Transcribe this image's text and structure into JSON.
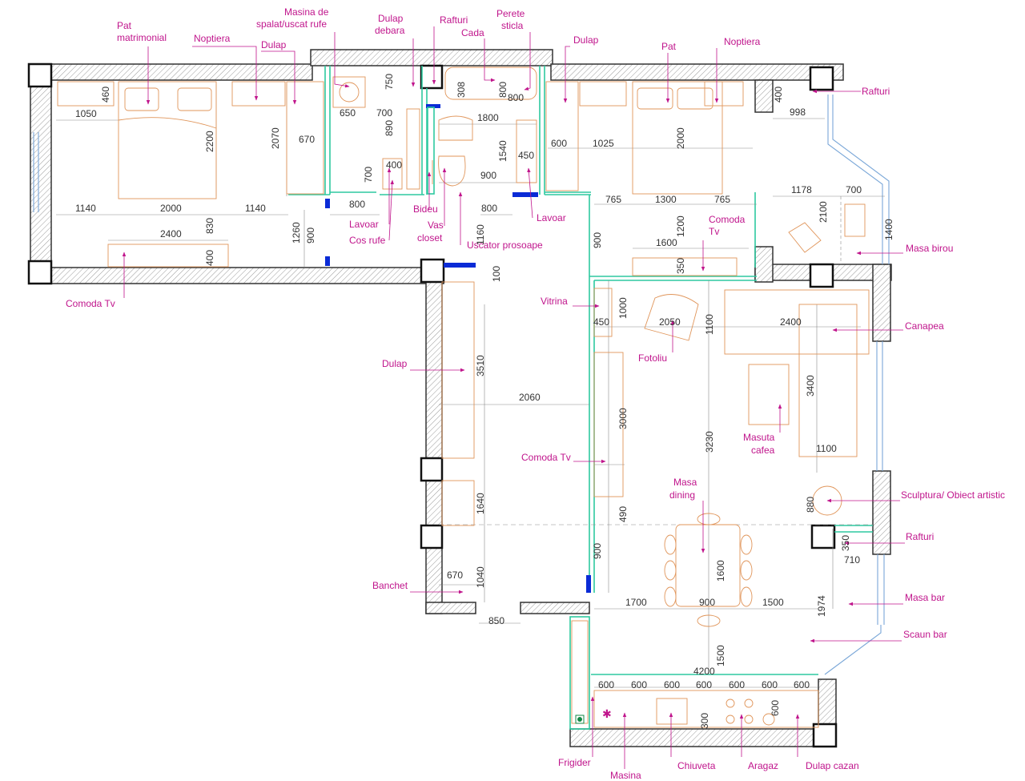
{
  "labels": {
    "pat_matrimonial": "Pat\nmatrimonial",
    "noptiera_left": "Noptiera",
    "dulap_left": "Dulap",
    "masina_spalat": "Masina de\nspalat/uscat rufe",
    "dulap_debara": "Dulap\ndebara",
    "rafturi_top": "Rafturi",
    "cada": "Cada",
    "perete_sticla": "Perete\nsticla",
    "dulap_right": "Dulap",
    "pat": "Pat",
    "noptiera_right": "Noptiera",
    "rafturi_right": "Rafturi",
    "lavoar_left": "Lavoar",
    "cos_rufe": "Cos rufe",
    "bideu": "Bideu",
    "vas_closet": "Vas\ncloset",
    "uscator_prosoape": "Uscator prosoape",
    "lavoar_right": "Lavoar",
    "comoda_tv_right": "Comoda\nTv",
    "masa_birou": "Masa birou",
    "comoda_tv_left": "Comoda Tv",
    "vitrina": "Vitrina",
    "canapea": "Canapea",
    "fotoliu": "Fotoliu",
    "dulap_hall": "Dulap",
    "masuta_cafea": "Masuta\ncafea",
    "comoda_tv_center": "Comoda Tv",
    "masa_dining": "Masa\ndining",
    "sculptura": "Sculptura/ Obiect artistic",
    "rafturi_living": "Rafturi",
    "banchet": "Banchet",
    "masa_bar": "Masa bar",
    "scaun_bar": "Scaun bar",
    "frigider": "Frigider",
    "masina_bottom": "Masina",
    "chiuveta": "Chiuveta",
    "aragaz": "Aragaz",
    "dulap_cazan": "Dulap cazan"
  },
  "dimensions": {
    "d460": "460",
    "d1050": "1050",
    "d2200": "2200",
    "d2070": "2070",
    "d670a": "670",
    "d1140a": "1140",
    "d2000a": "2000",
    "d1140b": "1140",
    "d2400a": "2400",
    "d830": "830",
    "d400a": "400",
    "d1260": "1260",
    "d900a": "900",
    "d750": "750",
    "d650": "650",
    "d700a": "700",
    "d890": "890",
    "d700b": "700",
    "d400b": "400",
    "d800a": "800",
    "d308": "308",
    "d800b": "800",
    "d800c": "800",
    "d1800": "1800",
    "d1540": "1540",
    "d450a": "450",
    "d900b": "900",
    "d800d": "800",
    "d1160": "1160",
    "d600a": "600",
    "d1025": "1025",
    "d2000b": "2000",
    "d400c": "400",
    "d998": "998",
    "d765a": "765",
    "d1300": "1300",
    "d765b": "765",
    "d1178": "1178",
    "d700c": "700",
    "d2100": "2100",
    "d1400": "1400",
    "d900c": "900",
    "d1600a": "1600",
    "d1200": "1200",
    "d350a": "350",
    "d100": "100",
    "d1000": "1000",
    "d450b": "450",
    "d2050": "2050",
    "d1100a": "1100",
    "d2400b": "2400",
    "d3510": "3510",
    "d2060": "2060",
    "d3400": "3400",
    "d3000": "3000",
    "d3230": "3230",
    "d1100b": "1100",
    "d880": "880",
    "d1640": "1640",
    "d490": "490",
    "d350b": "350",
    "d710": "710",
    "d900d": "900",
    "d670b": "670",
    "d1040": "1040",
    "d1600b": "1600",
    "d1700": "1700",
    "d900e": "900",
    "d1500a": "1500",
    "d1974": "1974",
    "d850": "850",
    "d1500b": "1500",
    "d4200": "4200",
    "k600_1": "600",
    "k600_2": "600",
    "k600_3": "600",
    "k600_4": "600",
    "k600_5": "600",
    "k600_6": "600",
    "k600_7": "600",
    "d300": "300",
    "d600v": "600"
  },
  "colors": {
    "label": "#c0158c",
    "partition": "#2ec9a0",
    "furniture": "#e0955a",
    "door_marker": "#0a2bd6",
    "window": "#7aa7d8"
  }
}
